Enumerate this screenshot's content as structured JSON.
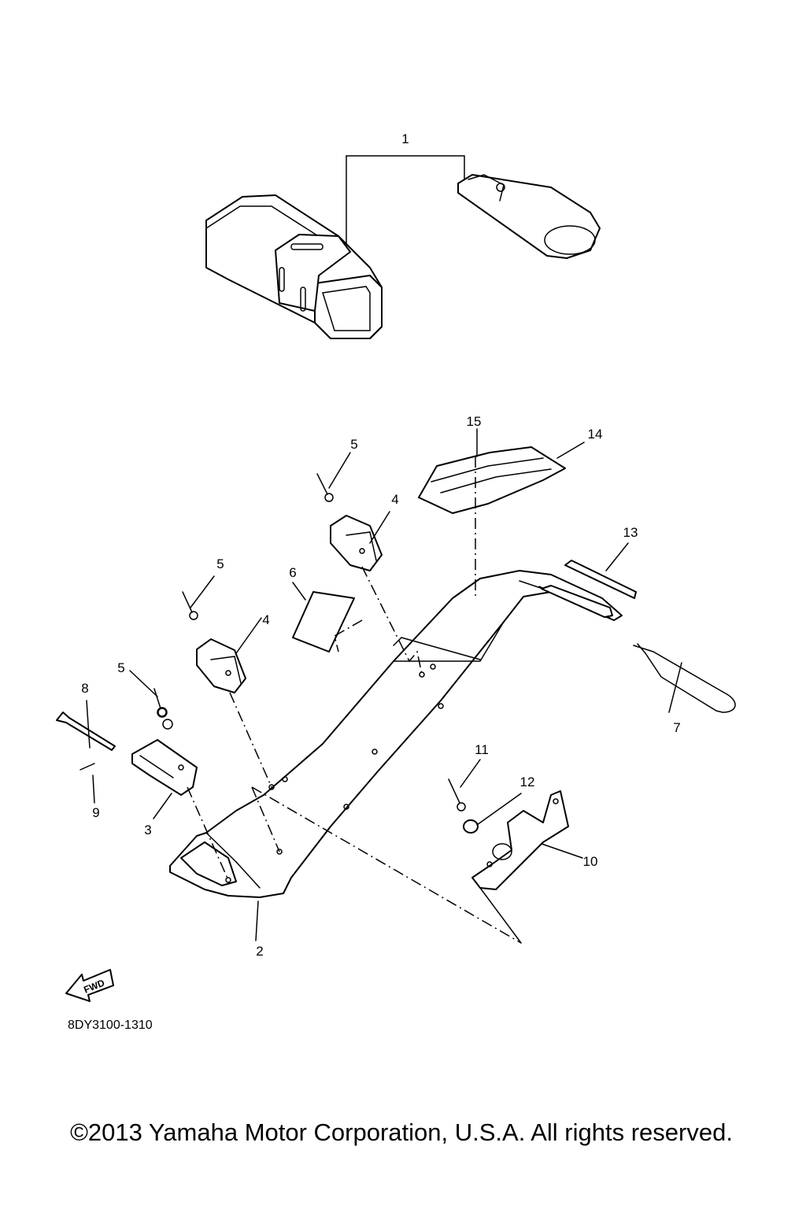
{
  "callouts": [
    "1",
    "2",
    "3",
    "4",
    "4",
    "5",
    "5",
    "5",
    "6",
    "7",
    "8",
    "9",
    "10",
    "11",
    "12",
    "13",
    "14",
    "15"
  ],
  "fwd_label": "FWD",
  "diagram_code": "8DY3100-1310",
  "copyright": "©2013 Yamaha Motor Corporation, U.S.A. All rights reserved."
}
